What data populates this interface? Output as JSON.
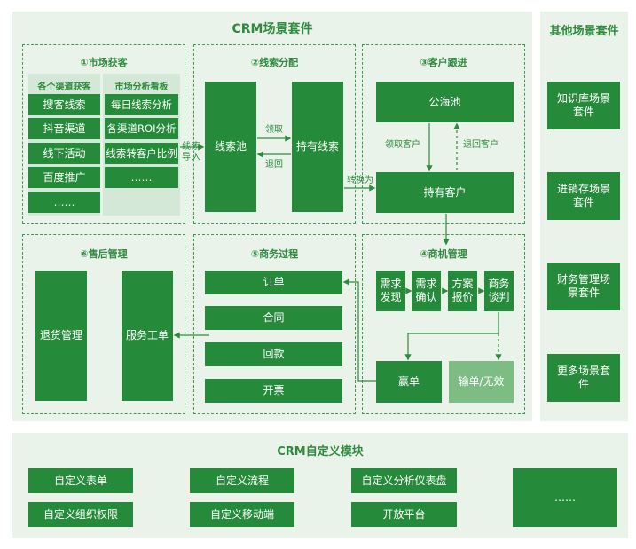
{
  "crm_suite": {
    "title": "CRM场景套件",
    "market": {
      "title": "①市场获客",
      "channels_header": "各个渠道获客",
      "channels": [
        "搜客线索",
        "抖音渠道",
        "线下活动",
        "百度推广",
        "……"
      ],
      "analytics_header": "市场分析看板",
      "analytics": [
        "每日线索分析",
        "各渠道ROI分析",
        "线索转客户比例",
        "……"
      ]
    },
    "lead_dist": {
      "title": "②线索分配",
      "pool": "线索池",
      "owned": "持有线索",
      "claim": "领取",
      "return": "退回"
    },
    "customer_follow": {
      "title": "③客户跟进",
      "public_pool": "公海池",
      "owned_customer": "持有客户",
      "claim_customer": "领取客户",
      "return_customer": "退回客户"
    },
    "after_sales": {
      "title": "⑥售后管理",
      "returns": "退货管理",
      "service_ticket": "服务工单"
    },
    "business": {
      "title": "⑤商务过程",
      "items": [
        "订单",
        "合同",
        "回款",
        "开票"
      ]
    },
    "opportunity": {
      "title": "④商机管理",
      "stages": [
        "需求发现",
        "需求确认",
        "方案报价",
        "商务谈判"
      ],
      "win": "赢单",
      "lose": "输单/无效"
    },
    "arrow_labels": {
      "lead_import": "线索导入",
      "convert": "转换为"
    }
  },
  "other_suites": {
    "title": "其他场景套件",
    "items": [
      "知识库场景套件",
      "进销存场景套件",
      "财务管理场景套件",
      "更多场景套件"
    ]
  },
  "custom_module": {
    "title": "CRM自定义模块",
    "items": [
      "自定义表单",
      "自定义流程",
      "自定义分析仪表盘",
      "自定义组织权限",
      "自定义移动端",
      "开放平台",
      "……"
    ]
  },
  "colors": {
    "primary": "#258a3a",
    "light": "#7dbd84",
    "panel": "#e9f3ea",
    "text": "#2f8a3d"
  }
}
